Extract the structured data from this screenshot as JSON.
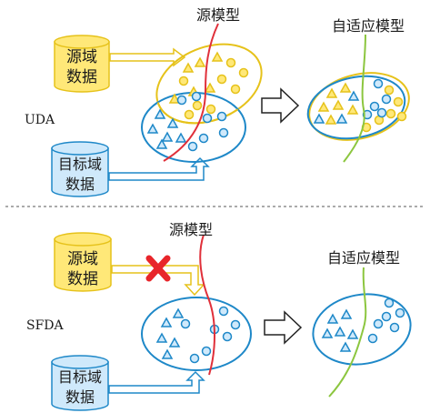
{
  "colors": {
    "yellow_fill": "#ffe878",
    "yellow_stroke": "#e6c21a",
    "blue_fill": "#cfe9fb",
    "blue_stroke": "#1e88c8",
    "red_line": "#e0303a",
    "green_line": "#8cc63f",
    "cross": "#e8252a",
    "divider": "#777777"
  },
  "uda": {
    "label": "UDA",
    "source_data": [
      "源域",
      "数据"
    ],
    "target_data": [
      "目标域",
      "数据"
    ],
    "source_model_label": "源模型",
    "adapted_model_label": "自适应模型"
  },
  "sfda": {
    "label": "SFDA",
    "source_data": [
      "源域",
      "数据"
    ],
    "target_data": [
      "目标域",
      "数据"
    ],
    "source_model_label": "源模型",
    "adapted_model_label": "自适应模型",
    "source_access": "blocked",
    "blocked_icon": "red-cross-icon"
  }
}
